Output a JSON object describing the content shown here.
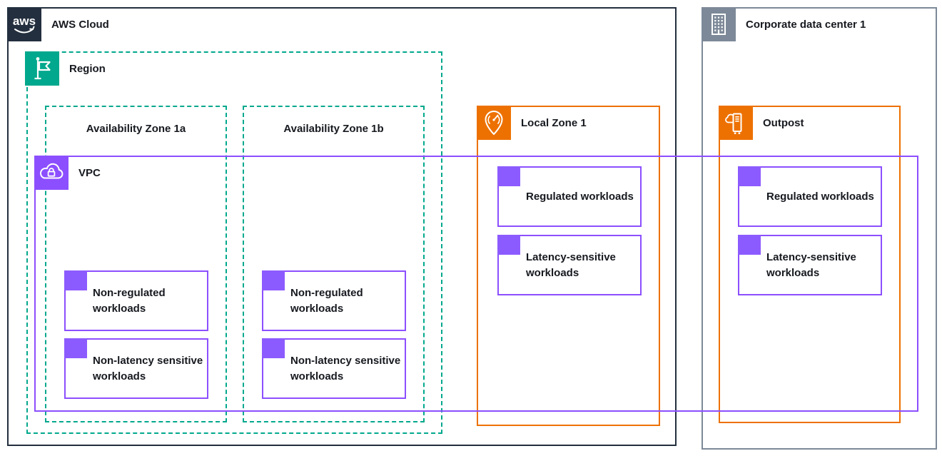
{
  "aws_cloud": {
    "label": "AWS Cloud"
  },
  "region": {
    "label": "Region"
  },
  "az_1a": {
    "label": "Availability Zone 1a",
    "workloads": [
      "Non-regulated workloads",
      "Non-latency sensitive workloads"
    ]
  },
  "az_1b": {
    "label": "Availability Zone 1b",
    "workloads": [
      "Non-regulated workloads",
      "Non-latency sensitive workloads"
    ]
  },
  "vpc": {
    "label": "VPC"
  },
  "local_zone": {
    "label": "Local Zone 1",
    "workloads": [
      "Regulated workloads",
      "Latency-sensitive workloads"
    ]
  },
  "corporate_dc": {
    "label": "Corporate data center 1"
  },
  "outpost": {
    "label": "Outpost",
    "workloads": [
      "Regulated workloads",
      "Latency-sensitive workloads"
    ]
  },
  "icons": {
    "aws_cloud": "aws-logo-icon",
    "region": "flag-icon",
    "vpc": "cloud-lock-icon",
    "local_zone": "location-pin-signal-icon",
    "corporate_dc": "building-icon",
    "outpost": "server-rack-cloud-icon"
  },
  "colors": {
    "aws_dark": "#232F3E",
    "region_teal": "#01A88D",
    "vpc_purple": "#8C4FFF",
    "zone_orange": "#ED7100",
    "dc_gray": "#7D8998",
    "card_tab_purple": "#8C5BFF"
  }
}
